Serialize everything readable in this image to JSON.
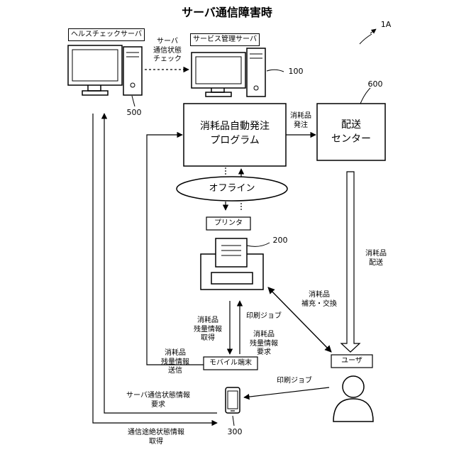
{
  "title": "サーバ通信障害時",
  "figure_ref": "1A",
  "nodes": {
    "health_server": {
      "label": "ヘルスチェックサーバ",
      "ref": "500"
    },
    "service_server": {
      "label": "サービス管理サーバ",
      "ref": "100"
    },
    "program": {
      "label": "消耗品自動発注\nプログラム"
    },
    "delivery_center": {
      "label": "配送\nセンター",
      "ref": "600"
    },
    "offline": {
      "label": "オフライン"
    },
    "printer": {
      "label": "プリンタ",
      "ref": "200"
    },
    "mobile": {
      "label": "モバイル端末",
      "ref": "300"
    },
    "user": {
      "label": "ユーザ"
    }
  },
  "edges": {
    "server_status_check": "サーバ\n通信状態\nチェック",
    "consumable_order": "消耗品\n発注",
    "consumable_delivery": "消耗品\n配送",
    "consumable_replace": "消耗品\n補充・交換",
    "remaining_get": "消耗品\n残量情報\n取得",
    "print_job_printer": "印刷ジョブ",
    "remaining_request": "消耗品\n残量情報\n要求",
    "remaining_send": "消耗品\n残量情報\n送信",
    "print_job_user": "印刷ジョブ",
    "status_request": "サーバ通信状態情報\n要求",
    "disconnect_get": "通信途絶状態情報\n取得"
  }
}
